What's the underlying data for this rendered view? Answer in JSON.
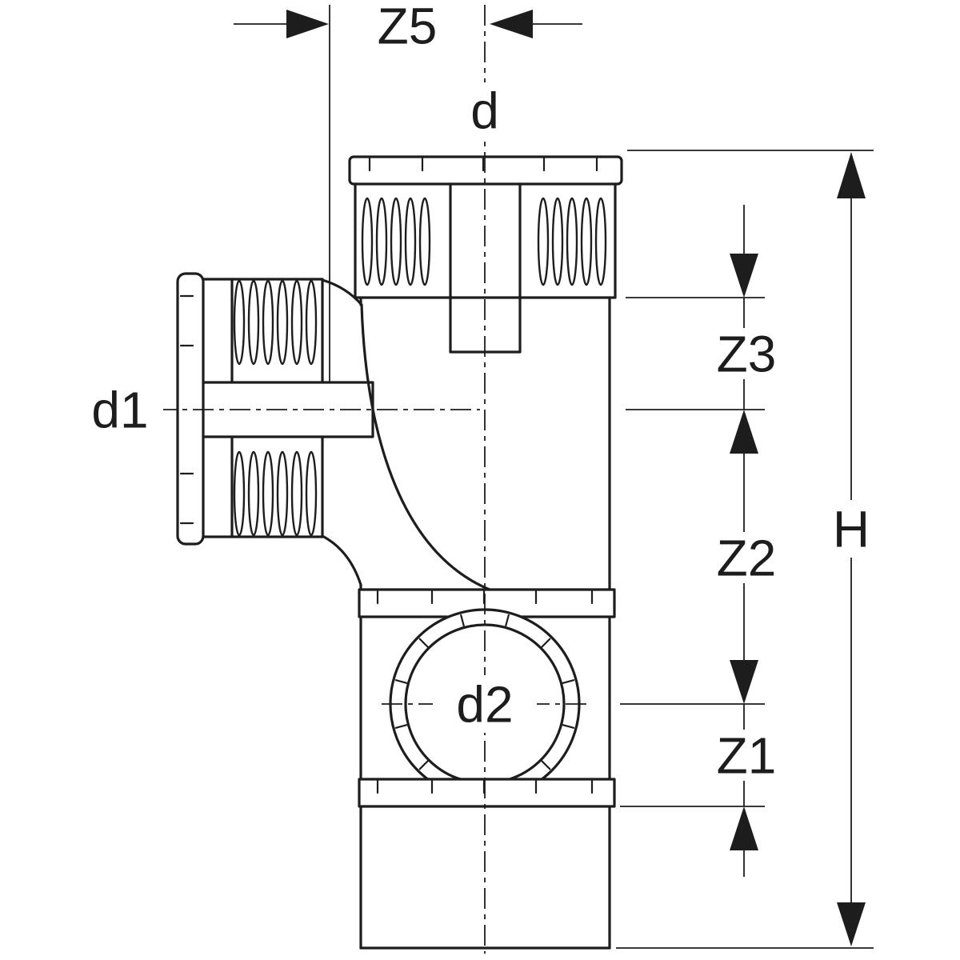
{
  "labels": {
    "z5": "Z5",
    "d": "d",
    "d1": "d1",
    "d2": "d2",
    "z3": "Z3",
    "z2": "Z2",
    "z1": "Z1",
    "h": "H"
  },
  "colors": {
    "line": "#1d1d1d",
    "background": "#ffffff"
  }
}
